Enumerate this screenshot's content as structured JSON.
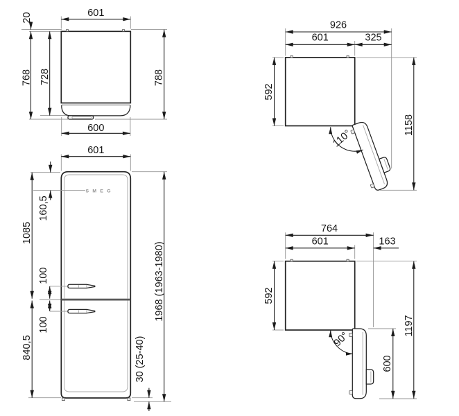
{
  "views": {
    "plan_closed": {
      "dim_width_top": "601",
      "dim_wall_gap": "20",
      "dim_depth_no_handle": "768",
      "dim_depth_body": "728",
      "dim_depth_total": "788",
      "dim_width_door": "600"
    },
    "front": {
      "dim_width": "601",
      "dim_logo_offset": "160,5",
      "dim_upper_door": "1085",
      "dim_handle_upper": "100",
      "dim_handle_lower": "100",
      "dim_lower_door": "840,5",
      "dim_total_height": "1968 (1963-1980)",
      "dim_feet": "30 (25-40)",
      "logo": "SMEG"
    },
    "plan_open_110": {
      "dim_total_width": "926",
      "dim_body_width": "601",
      "dim_door_side": "325",
      "dim_depth": "592",
      "dim_total_depth": "1158",
      "angle": "110°"
    },
    "plan_open_90": {
      "dim_total_width": "764",
      "dim_body_width": "601",
      "dim_door_side": "163",
      "dim_depth": "592",
      "dim_total_depth": "1197",
      "dim_door_length": "600",
      "angle": "90°"
    }
  }
}
